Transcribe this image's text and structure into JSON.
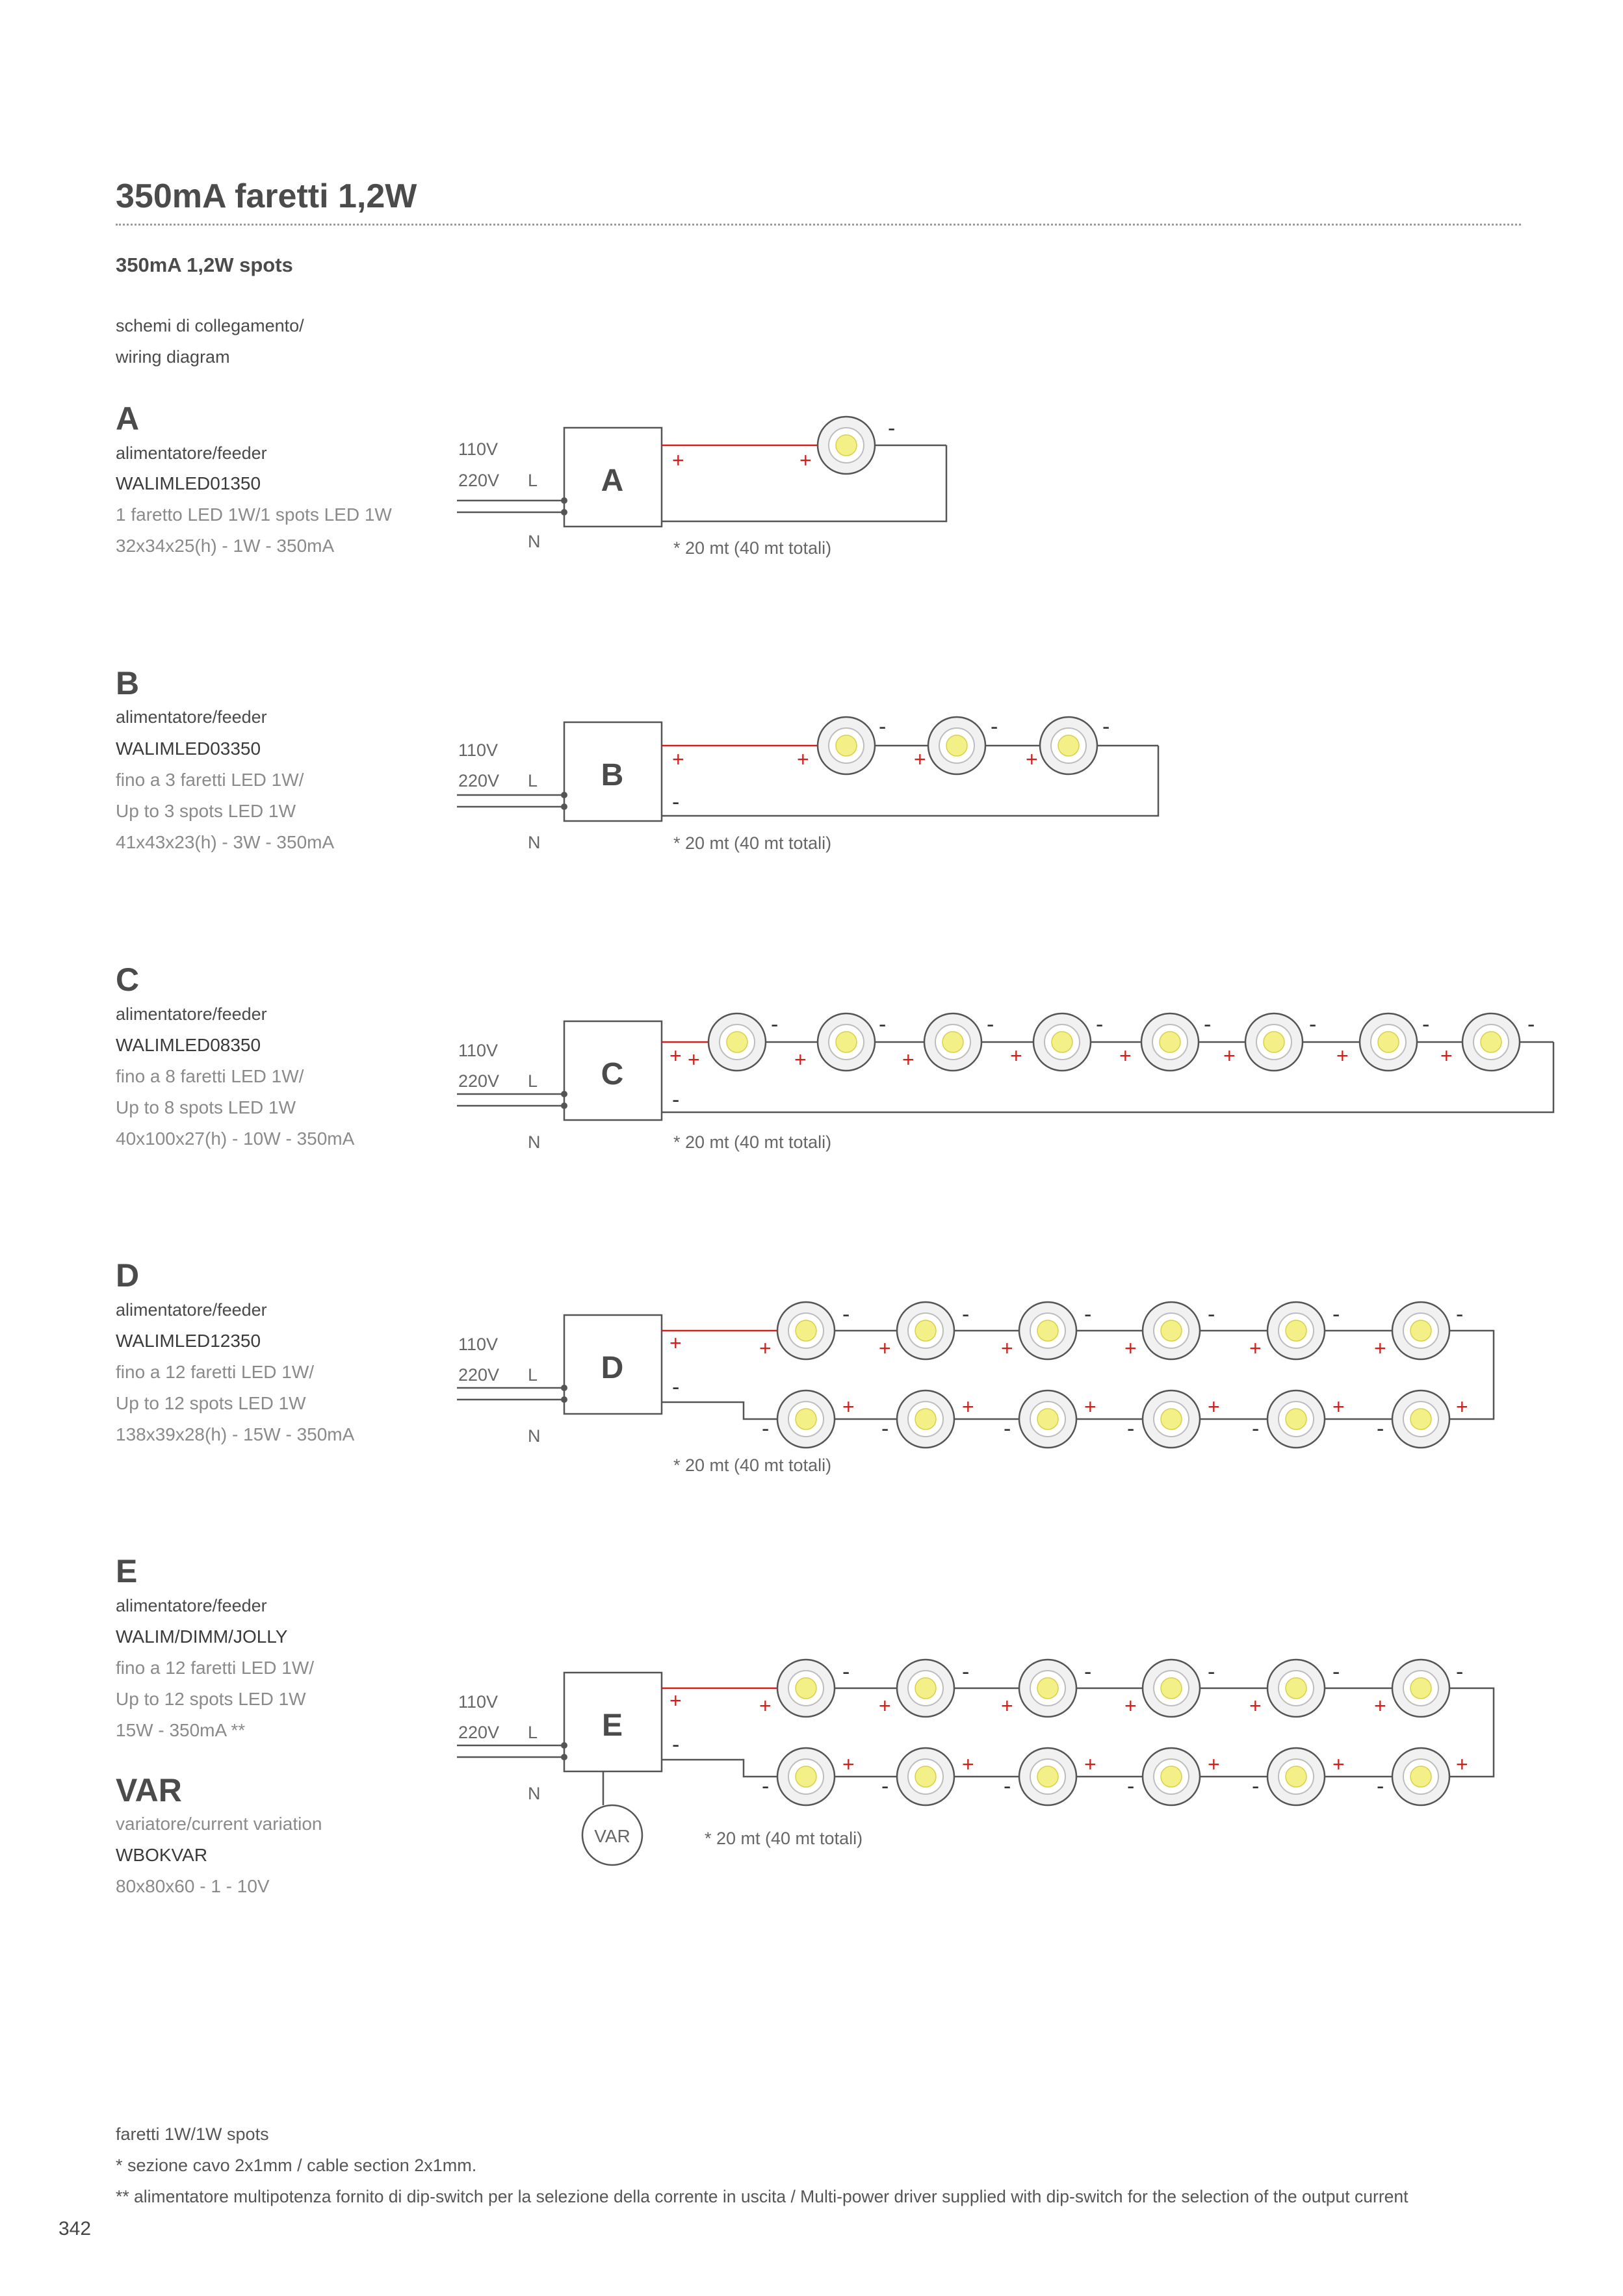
{
  "header": {
    "title": "350mA faretti 1,2W",
    "subtitle": "350mA 1,2W spots",
    "intro_line1": "schemi di collegamento/",
    "intro_line2": "wiring diagram"
  },
  "sections": [
    {
      "letter": "A",
      "feeder_label": "alimentatore/feeder",
      "code": "WALIMLED01350",
      "line1": "1 faretto LED 1W/1 spots LED 1W",
      "line2": "32x34x25(h) - 1W - 350mA",
      "line3": ""
    },
    {
      "letter": "B",
      "feeder_label": "alimentatore/feeder",
      "code": "WALIMLED03350",
      "line1": "fino a 3 faretti LED 1W/",
      "line2": "Up to 3 spots LED 1W",
      "line3": "41x43x23(h) - 3W - 350mA"
    },
    {
      "letter": "C",
      "feeder_label": "alimentatore/feeder",
      "code": "WALIMLED08350",
      "line1": "fino a 8 faretti LED 1W/",
      "line2": "Up to 8 spots LED 1W",
      "line3": "40x100x27(h) - 10W - 350mA"
    },
    {
      "letter": "D",
      "feeder_label": "alimentatore/feeder",
      "code": "WALIMLED12350",
      "line1": "fino a 12 faretti LED 1W/",
      "line2": "Up to 12 spots LED 1W",
      "line3": "138x39x28(h) - 15W - 350mA"
    },
    {
      "letter": "E",
      "feeder_label": "alimentatore/feeder",
      "code": "WALIM/DIMM/JOLLY",
      "line1": "fino a 12 faretti LED 1W/",
      "line2": "Up to 12 spots LED 1W",
      "line3": "15W - 350mA **"
    }
  ],
  "var": {
    "title": "VAR",
    "label": "variatore/current variation",
    "code": "WBOKVAR",
    "dims": "80x80x60 - 1 - 10V"
  },
  "diagram_labels": {
    "v110": "110V",
    "v220": "220V",
    "L": "L",
    "N": "N",
    "plus": "+",
    "minus": "-",
    "cable_note": "* 20 mt (40 mt totali)",
    "var_circle": "VAR"
  },
  "footer": {
    "line1": "faretti 1W/1W spots",
    "line2": "* sezione cavo 2x1mm  / cable section 2x1mm.",
    "line3": "** alimentatore multipotenza fornito di dip-switch per la selezione della corrente in uscita / Multi-power driver supplied with dip-switch for the selection of the output current",
    "page_number": "342"
  },
  "colors": {
    "wire": "#555555",
    "red_wire": "#d0201b",
    "led_inner": "#f4f088",
    "led_ring": "#d6d6d6"
  }
}
